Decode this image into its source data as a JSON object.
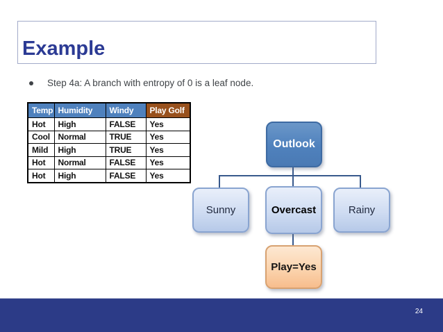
{
  "slide": {
    "title": "Example",
    "bullet_text": "Step 4a: A branch with entropy of 0 is a leaf node.",
    "page_number": "24"
  },
  "table": {
    "headers": [
      "Temp",
      "Humidity",
      "Windy",
      "Play Golf"
    ],
    "rows": [
      [
        "Hot",
        "High",
        "FALSE",
        "Yes"
      ],
      [
        "Cool",
        "Normal",
        "TRUE",
        "Yes"
      ],
      [
        "Mild",
        "High",
        "TRUE",
        "Yes"
      ],
      [
        "Hot",
        "Normal",
        "FALSE",
        "Yes"
      ],
      [
        "Hot",
        "High",
        "FALSE",
        "Yes"
      ]
    ]
  },
  "tree": {
    "root": "Outlook",
    "children": [
      "Sunny",
      "Overcast",
      "Rainy"
    ],
    "leaf": "Play=Yes"
  },
  "colors": {
    "title_text": "#2b3a94",
    "table_header_blue": "#4f81bd",
    "table_header_brown": "#98511d",
    "footer_bar": "#2c3b87",
    "root_node_fill": "#4f81bd",
    "child_node_fill": "#cfdcf2",
    "leaf_node_fill": "#fbd4ae",
    "connector": "#38598c"
  }
}
